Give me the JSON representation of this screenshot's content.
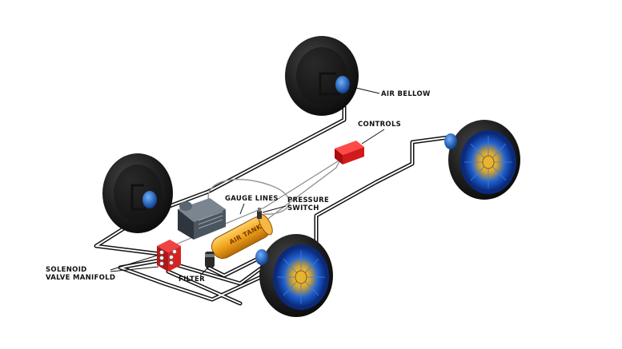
{
  "diagram": {
    "labels": {
      "air_bellow": "AIR BELLOW",
      "controls": "CONTROLS",
      "gauge_lines": "GAUGE LINES",
      "pressure_switch_line1": "PRESSURE",
      "pressure_switch_line2": "SWITCH",
      "air_tank": "AIR TANK",
      "solenoid_line1": "SOLENOID",
      "solenoid_line2": "VALVE MANIFOLD",
      "filter": "FILTER"
    },
    "colors": {
      "tire": "#1a1a1a",
      "air_line": "#111111",
      "bellow": "#1f6fd0",
      "controls_box": "#d11a1a",
      "air_tank": "#f0a21a",
      "compressor": "#4a5560",
      "rim_blue": "#1d4fb8",
      "rim_gold": "#e6b430"
    }
  }
}
